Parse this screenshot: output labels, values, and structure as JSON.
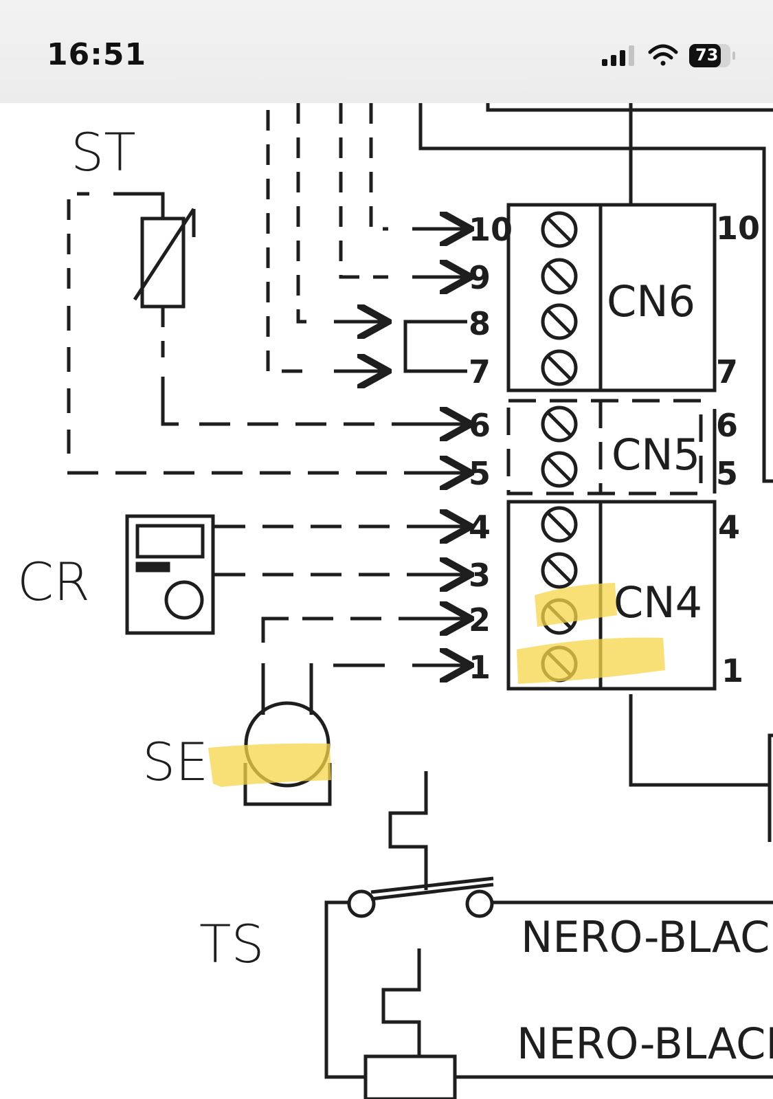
{
  "status_bar": {
    "time": "16:51",
    "battery": "73",
    "icons": [
      "signal-icon",
      "wifi-icon",
      "battery-icon"
    ]
  },
  "diagram": {
    "components": {
      "st": "ST",
      "cr": "CR",
      "se": "SE",
      "ts": "TS"
    },
    "connectors": {
      "cn6": "CN6",
      "cn5": "CN5",
      "cn4": "CN4"
    },
    "pins_left": [
      "10",
      "9",
      "8",
      "7",
      "6",
      "5",
      "4",
      "3",
      "2",
      "1"
    ],
    "pins_right": {
      "p10": "10",
      "p7": "7",
      "p6": "6",
      "p5": "5",
      "p4": "4",
      "p1": "1"
    },
    "wires": {
      "nero_1": "NERO-BLACK",
      "nero_2": "NERO-BLACK"
    },
    "highlight_color": "#f6d64a"
  }
}
